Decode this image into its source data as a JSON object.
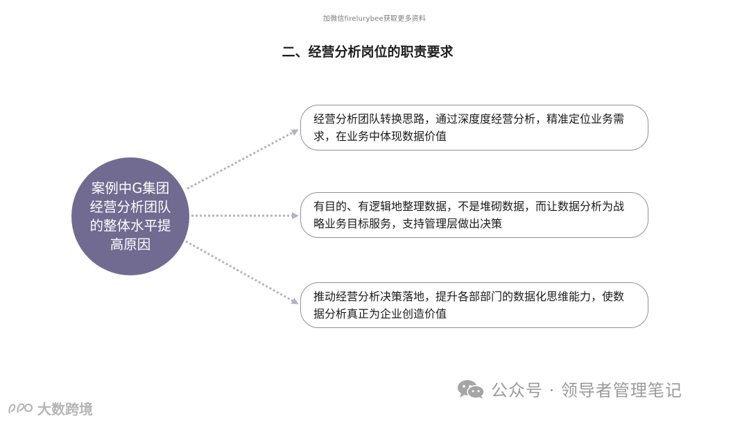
{
  "header": {
    "note": "加微信firelurybee获取更多资料",
    "title": "二、经营分析岗位的职责要求"
  },
  "diagram": {
    "center": "案例中G集团经营分析团队的整体水平提高原因",
    "items": [
      "经营分析团队转换思路，通过深度度经营分析，精准定位业务需求，在业务中体现数据价值",
      "有目的、有逻辑地整理数据，不是堆砌数据，而让数据分析为战略业务目标服务，支持管理层做出决策",
      "推动经营分析决策落地，提升各部部门的数据化思维能力，使数据分析真正为企业创造价值"
    ]
  },
  "watermarks": {
    "right": "公众号 · 领导者管理笔记",
    "left": "大数跨境",
    "right_icon": "wechat-icon",
    "left_icon": "brand-logo-icon"
  },
  "colors": {
    "circle_fill": "#716b91",
    "connector": "#b3b0c7",
    "box_border": "#8f8f8f"
  }
}
